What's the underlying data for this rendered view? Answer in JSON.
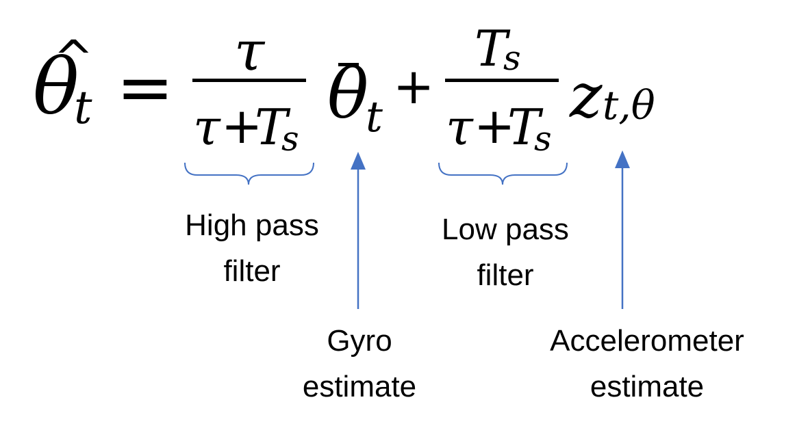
{
  "equation": {
    "lhs_symbol": "θ",
    "lhs_hat": "^",
    "lhs_sub": "t",
    "equals": "=",
    "term1": {
      "numerator": "τ",
      "denominator_tau": "τ",
      "denominator_plus": "+",
      "denominator_T": "T",
      "denominator_T_sub": "s"
    },
    "gyro_symbol": "θ",
    "gyro_bar": "¯",
    "gyro_sub": "t",
    "plus": "+",
    "term2": {
      "numerator_T": "T",
      "numerator_T_sub": "s",
      "denominator_tau": "τ",
      "denominator_plus": "+",
      "denominator_T": "T",
      "denominator_T_sub": "s"
    },
    "accel_symbol": "z",
    "accel_sub": "t,θ"
  },
  "annotations": {
    "high_pass": [
      "High pass",
      "filter"
    ],
    "low_pass": [
      "Low pass",
      "filter"
    ],
    "gyro": [
      "Gyro",
      "estimate"
    ],
    "accelerometer": [
      "Accelerometer",
      "estimate"
    ]
  },
  "colors": {
    "arrow": "#4472C4",
    "bracket": "#4472C4",
    "text": "#000000"
  }
}
